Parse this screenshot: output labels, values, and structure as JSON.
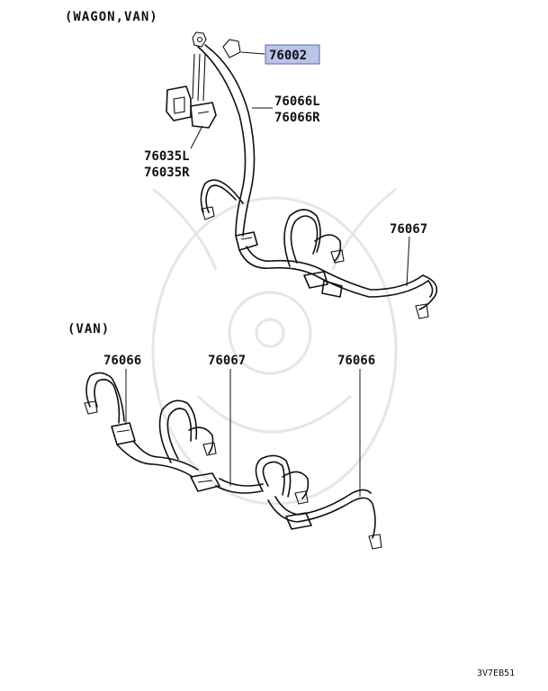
{
  "sections": {
    "wagon_van": "(WAGON,VAN)",
    "van": "(VAN)"
  },
  "parts": {
    "p76002": "76002",
    "p76066L": "76066L",
    "p76066R": "76066R",
    "p76035L": "76035L",
    "p76035R": "76035R",
    "p76067_top": "76067",
    "p76066_left": "76066",
    "p76067_mid": "76067",
    "p76066_right": "76066"
  },
  "highlight_color": "#b8c4e8",
  "diagram_code": "3V7EB51"
}
